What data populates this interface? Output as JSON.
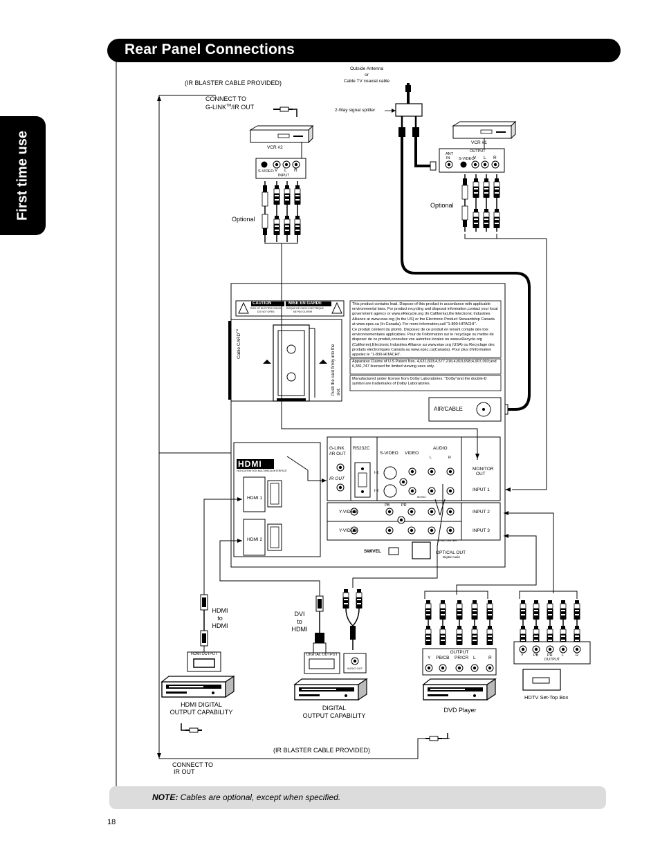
{
  "page": {
    "title": "Rear Panel Connections",
    "side_tab": "First time use",
    "page_number": "18",
    "note_bold": "NOTE:",
    "note_text": " Cables are optional, except when specified."
  },
  "labels": {
    "ir_blaster_top": "(IR BLASTER CABLE PROVIDED)",
    "connect_glink_line1": "CONNECT TO",
    "connect_glink_line2": "G-LINK",
    "connect_glink_tm": "TM",
    "connect_glink_line2b": "/IR OUT",
    "vcr2": "VCR #2",
    "vcr1": "VCR #1",
    "optional_left": "Optional",
    "optional_right": "Optional",
    "antenna_line1": "Outside  Antenna",
    "antenna_line2": "or",
    "antenna_line3": "Cable TV coaxial cable",
    "splitter": "2-Way signal splitter",
    "vcr2_svideo": "S-VIDEO",
    "vcr2_v": "V",
    "vcr2_l": "L",
    "vcr2_r": "R",
    "vcr2_input": "INPUT",
    "vcr1_ant": "ANT",
    "vcr1_in": "IN",
    "vcr1_output": "OUTPUT",
    "vcr1_svideo": "S-VIDEO",
    "vcr1_v": "V",
    "vcr1_l": "L",
    "vcr1_r": "R",
    "hdmi_to_hdmi_1": "HDMI",
    "hdmi_to_hdmi_2": "to",
    "hdmi_to_hdmi_3": "HDMI",
    "dvi_to_hdmi_1": "DVI",
    "dvi_to_hdmi_2": "to",
    "dvi_to_hdmi_3": "HDMI",
    "hdmi_output_port": "HDMI OUTPUT",
    "digital_output_port": "DIGITAL OUTPUT",
    "audio_out_port": "AUDIO OUT",
    "hdmi_device_1": "HDMI DIGITAL",
    "hdmi_device_2": "OUTPUT CAPABILITY",
    "digital_device_1": "DIGITAL",
    "digital_device_2": "OUTPUT CAPABILITY",
    "dvd_output": "OUTPUT",
    "dvd_y": "Y",
    "dvd_pb": "PB/CB",
    "dvd_pr": "PR/CR",
    "dvd_l": "L",
    "dvd_r": "R",
    "dvd_player": "DVD Player",
    "stb_y": "Y",
    "stb_pb": "PB",
    "stb_pr": "PR",
    "stb_l": "L",
    "stb_r": "R",
    "stb_output": "OUTPUT",
    "stb": "HDTV Set-Top Box",
    "ir_blaster_bottom": "(IR BLASTER CABLE PROVIDED)",
    "connect_ir_1": "CONNECT TO",
    "connect_ir_2": "IR OUT"
  },
  "panel": {
    "caution": "CAUTION",
    "mise_en_garde": "MISE  EN  GARDE",
    "caution_sub1": "RISK OF ELECTRIC SHOCK",
    "caution_sub2": "DO NOT OPEN",
    "garde_sub1": "RISQUE DE CHOC ELECTRIQUE",
    "garde_sub2": "NE PAS OUVRIR",
    "cable_card": "Cable CARD",
    "cable_card_tm": "TM",
    "push_card": "Push  the  card  firmly  into  the  slot.",
    "info_en": "This  product  contains  lead.  Dispose  of  this  product  in  accordance  with  applicable  environmental  laws.  For  product  recycling  and  disposal  information,contact  your  local  government  agency  or  www.eRecycle.org  (In  California),the  Electronic  Industries  Alliance  at  www.eiae.org  (In  the  US)  or  the  Electronic  Product  Stewardship  Canada  at  www.epsc.ca  (In  Canada).  For  more  information,call  \"1-800-HITACHI\".",
    "info_fr": "Ce  produit  contient  du  plomb.  Disposez  de  ce  produit  en  tenant  compte  des  lois  environnementales  applicables.  Pour  de  l'information  sur  le  recyclage  ou  mettre  de  disposer  de  ce  produit,consultez  vos  autorites  locales  ou  www.eRecycle.org  (Californie),Electronic  Industries  Alliance  au  www.eiae.org  (USA)  ou  Recyclage  des  produits  electroniques  Canada  au  www.epsc.ca(Canada).  Pour  plus  d'information  appelez  le  \"1-800-HITACHI\".",
    "patent": "Apparatus  Claims  of  U.S.Patent  Nos.  4,631,603;4,577,216;4,819,098;4,907,093;and  6,381,747  licensed  for  limited  viewing  uses  only.",
    "dolby": "Manufactured  under  license  from  Dolby  Laboratories.  \"Dolby\"and  the  double-D  symbol  are  trademarks  of  Dolby  Laboratories.",
    "air_cable": "AIR/CABLE",
    "hdmi_logo": "HDMI",
    "hdmi_logo_sub": "HIGH-DEFINITION MULTIMEDIA INTERFACE",
    "hdmi1": "HDMI  1",
    "hdmi2": "HDMI  2",
    "glink": "G-LINK",
    "ir_out_top": "/IR  OUT",
    "ir_out": "IR  OUT",
    "rs232c": "RS232C",
    "svideo": "S-VIDEO",
    "video": "VIDEO",
    "audio": "AUDIO",
    "audio_l": "L",
    "audio_r": "R",
    "i1": "I-1",
    "i2": "I-2",
    "mono": "MONO",
    "y_video_1": "Y-VIDEO",
    "y_video_2": "Y-VIDEO",
    "pb": "PB",
    "pr": "PR",
    "monitor_out_1": "MONITOR",
    "monitor_out_2": "OUT",
    "input1": "INPUT  1",
    "input2": "INPUT  2",
    "input3": "INPUT  3",
    "to_as_center": "TO  AS  CENTER",
    "swivel": "SWIVEL",
    "optical_out": "OPTICAL  OUT",
    "digital_audio": "Digital  Audio"
  }
}
